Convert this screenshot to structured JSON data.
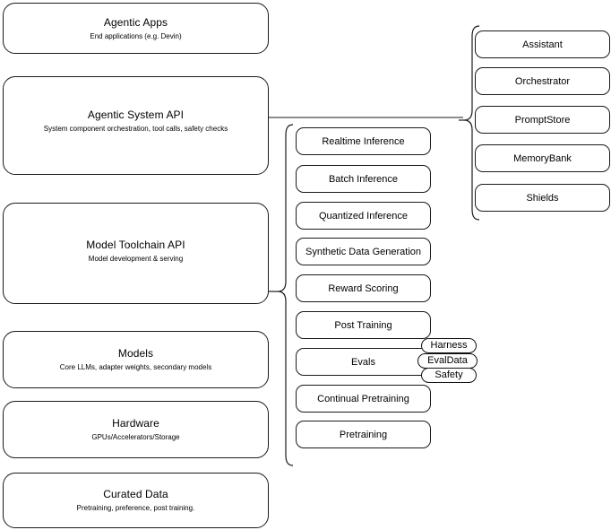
{
  "diagram": {
    "title": "Agentic stack layered architecture",
    "background_color": "#ffffff",
    "stroke_color": "#1a1a1a"
  },
  "layers": [
    {
      "id": "agentic-apps",
      "title": "Agentic Apps",
      "subtitle": "End applications (e.g. Devin)"
    },
    {
      "id": "agentic-system-api",
      "title": "Agentic System API",
      "subtitle": "System component orchestration, tool calls, safety checks"
    },
    {
      "id": "model-toolchain-api",
      "title": "Model Toolchain API",
      "subtitle": "Model development & serving"
    },
    {
      "id": "models",
      "title": "Models",
      "subtitle": "Core LLMs, adapter weights, secondary models"
    },
    {
      "id": "hardware",
      "title": "Hardware",
      "subtitle": "GPUs/Accelerators/Storage"
    },
    {
      "id": "curated-data",
      "title": "Curated Data",
      "subtitle": "Pretraining, preference, post training."
    }
  ],
  "toolchain_components": [
    {
      "id": "realtime-inference",
      "label": "Realtime Inference"
    },
    {
      "id": "batch-inference",
      "label": "Batch Inference"
    },
    {
      "id": "quantized-inference",
      "label": "Quantized Inference"
    },
    {
      "id": "synthetic-data-generation",
      "label": "Synthetic Data Generation"
    },
    {
      "id": "reward-scoring",
      "label": "Reward Scoring"
    },
    {
      "id": "post-training",
      "label": "Post Training"
    },
    {
      "id": "evals",
      "label": "Evals"
    },
    {
      "id": "continual-pretraining",
      "label": "Continual Pretraining"
    },
    {
      "id": "pretraining",
      "label": "Pretraining"
    }
  ],
  "evals_subcomponents": [
    {
      "id": "harness",
      "label": "Harness"
    },
    {
      "id": "evaldata",
      "label": "EvalData"
    },
    {
      "id": "safety",
      "label": "Safety"
    }
  ],
  "agentic_system_components": [
    {
      "id": "assistant",
      "label": "Assistant"
    },
    {
      "id": "orchestrator",
      "label": "Orchestrator"
    },
    {
      "id": "promptstore",
      "label": "PromptStore"
    },
    {
      "id": "memorybank",
      "label": "MemoryBank"
    },
    {
      "id": "shields",
      "label": "Shields"
    }
  ]
}
